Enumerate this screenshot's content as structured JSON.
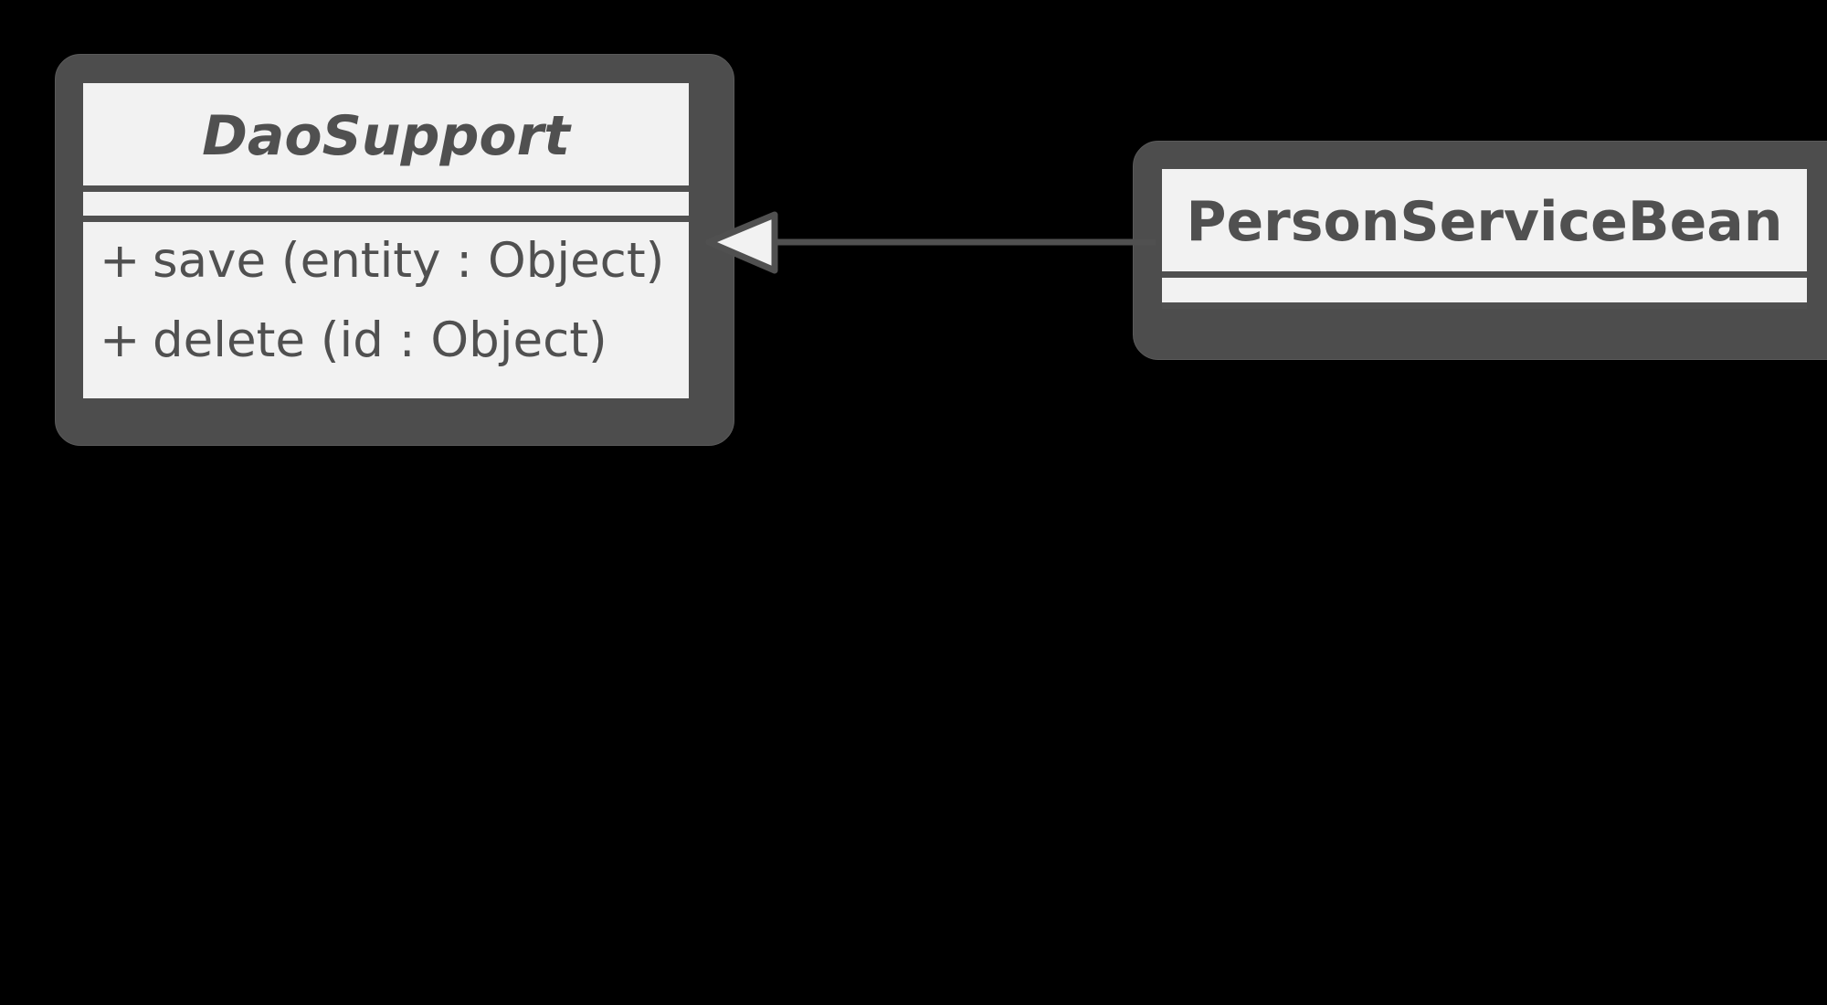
{
  "classes": {
    "dao_support": {
      "name": "DaoSupport",
      "operations": [
        {
          "visibility": "+",
          "signature": "save (entity : Object)"
        },
        {
          "visibility": "+",
          "signature": "delete (id : Object)"
        }
      ]
    },
    "person_service_bean": {
      "name": "PersonServiceBean"
    }
  },
  "relationships": [
    {
      "type": "generalization",
      "from": "PersonServiceBean",
      "to": "DaoSupport"
    }
  ],
  "colors": {
    "background": "#000000",
    "class_fill": "#f2f2f2",
    "stroke": "#505050",
    "shadow": "#4d4d4d"
  }
}
